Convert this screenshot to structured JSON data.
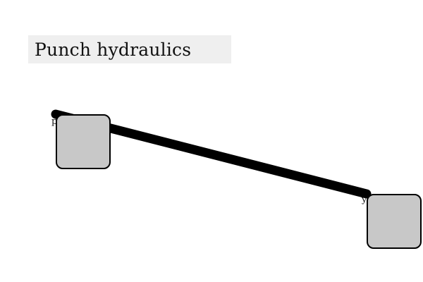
{
  "title": {
    "text": "Punch hydraulics"
  },
  "nodes": [
    {
      "id": "left",
      "port_label": "p"
    },
    {
      "id": "right",
      "port_label": "y"
    }
  ],
  "colors": {
    "node_fill": "#c8c8c8",
    "node_stroke": "#000000",
    "wire": "#000000",
    "title_bg": "#efefef"
  }
}
